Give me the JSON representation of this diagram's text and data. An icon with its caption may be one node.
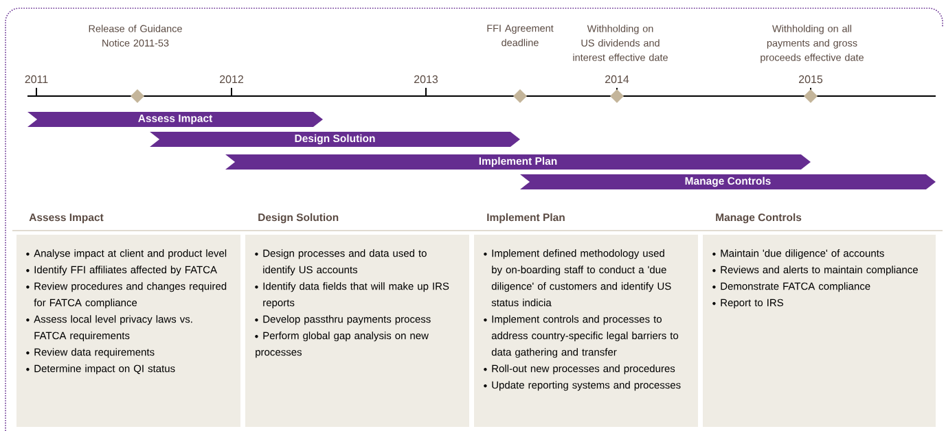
{
  "diagram": {
    "nodes": [
      {
        "text": [
          "Assess Impact"
        ]
      },
      {
        "text": [
          "Design Solution"
        ]
      },
      {
        "text": [
          "Implement Plan"
        ]
      },
      {
        "text": [
          "Manage Controls"
        ]
      },
      {
        "text": [
          "Assess Impact",
          "Analyse impact at client and product level",
          "Identify FFI affiliates affected by FATCA",
          "Review procedures and changes required for FATCA compliance",
          "Assess local level privacy laws vs. FATCA requirements",
          "Review data requirements",
          "Determine impact on QI status"
        ]
      },
      {
        "text": [
          "Design Solution",
          "Design processes and data used to identify US accounts",
          "Identify data fields that will make up IRS reports",
          "Develop passthru payments process",
          "Perform global gap analysis on new processes"
        ]
      },
      {
        "text": [
          "Implement Plan",
          "Implement defined methodology used by on-boarding staff to conduct a 'due diligence' of customers and identify US status indicia",
          "Implement controls and processes to address country-specific legal barriers to data gathering and transfer",
          "Roll-out new processes and procedures",
          "Update reporting systems and processes"
        ]
      },
      {
        "text": [
          "Manage Controls",
          "Maintain 'due diligence' of accounts",
          "Reviews and alerts to maintain compliance",
          "Demonstrate FATCA compliance",
          "Report to IRS"
        ]
      }
    ],
    "labels": [
      "Release of Guidance Notice 2011-53",
      "FFI Agreement deadline",
      "Withholding on US dividends and interest effective date",
      "Withholding on all payments and gross proceeds effective date",
      "2011",
      "2012",
      "2013",
      "2014",
      "2015"
    ]
  }
}
